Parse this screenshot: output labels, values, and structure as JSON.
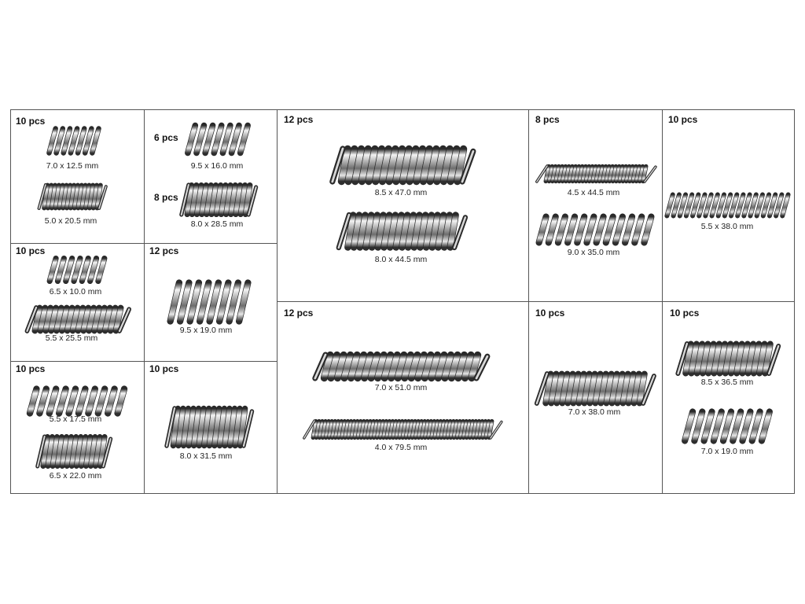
{
  "cells": [
    {
      "id": "c1",
      "pcs": [
        "10 pcs"
      ],
      "springs": [
        {
          "dims": "7.0 x 12.5 mm",
          "d": 7.0,
          "l": 12.5,
          "type": "compression"
        },
        {
          "dims": "5.0 x 20.5 mm",
          "d": 5.0,
          "l": 20.5,
          "type": "tension"
        }
      ]
    },
    {
      "id": "c2",
      "pcs": [
        "6 pcs",
        "8 pcs"
      ],
      "springs": [
        {
          "dims": "9.5 x 16.0 mm",
          "d": 9.5,
          "l": 16.0,
          "type": "compression"
        },
        {
          "dims": "8.0 x 28.5 mm",
          "d": 8.0,
          "l": 28.5,
          "type": "tension"
        }
      ]
    },
    {
      "id": "c3",
      "pcs": [
        "12 pcs"
      ],
      "springs": [
        {
          "dims": "8.5 x 47.0 mm",
          "d": 8.5,
          "l": 47.0,
          "type": "tension"
        },
        {
          "dims": "8.0 x 44.5 mm",
          "d": 8.0,
          "l": 44.5,
          "type": "tension"
        }
      ]
    },
    {
      "id": "c4",
      "pcs": [
        "8 pcs"
      ],
      "springs": [
        {
          "dims": "4.5 x 44.5 mm",
          "d": 4.5,
          "l": 44.5,
          "type": "tension"
        },
        {
          "dims": "9.0 x 35.0 mm",
          "d": 9.0,
          "l": 35.0,
          "type": "compression"
        }
      ]
    },
    {
      "id": "c5",
      "pcs": [
        "10 pcs"
      ],
      "springs": [
        {
          "dims": "5.5 x 38.0 mm",
          "d": 5.5,
          "l": 38.0,
          "type": "compression"
        }
      ]
    },
    {
      "id": "c6",
      "pcs": [
        "10 pcs"
      ],
      "springs": [
        {
          "dims": "6.5 x 10.0 mm",
          "d": 6.5,
          "l": 10.0,
          "type": "compression"
        },
        {
          "dims": "5.5 x 25.5 mm",
          "d": 5.5,
          "l": 25.5,
          "type": "tension"
        }
      ]
    },
    {
      "id": "c7",
      "pcs": [
        "12 pcs"
      ],
      "springs": [
        {
          "dims": "9.5 x 19.0 mm",
          "d": 9.5,
          "l": 19.0,
          "type": "compression"
        }
      ]
    },
    {
      "id": "c8",
      "pcs": [
        "12 pcs"
      ],
      "springs": [
        {
          "dims": "7.0 x 51.0 mm",
          "d": 7.0,
          "l": 51.0,
          "type": "tension"
        },
        {
          "dims": "4.0 x 79.5 mm",
          "d": 4.0,
          "l": 79.5,
          "type": "tension"
        }
      ]
    },
    {
      "id": "c9",
      "pcs": [
        "10 pcs"
      ],
      "springs": [
        {
          "dims": "7.0 x 38.0 mm",
          "d": 7.0,
          "l": 38.0,
          "type": "tension"
        }
      ]
    },
    {
      "id": "c10",
      "pcs": [
        "10 pcs"
      ],
      "springs": [
        {
          "dims": "8.5 x 36.5 mm",
          "d": 8.5,
          "l": 36.5,
          "type": "tension"
        },
        {
          "dims": "7.0 x 19.0 mm",
          "d": 7.0,
          "l": 19.0,
          "type": "compression"
        }
      ]
    },
    {
      "id": "c11",
      "pcs": [
        "10 pcs"
      ],
      "springs": [
        {
          "dims": "5.5 x 17.5 mm",
          "d": 5.5,
          "l": 17.5,
          "type": "compression"
        },
        {
          "dims": "6.5 x 22.0 mm",
          "d": 6.5,
          "l": 22.0,
          "type": "tension"
        }
      ]
    },
    {
      "id": "c12",
      "pcs": [
        "10 pcs"
      ],
      "springs": [
        {
          "dims": "8.0 x 31.5 mm",
          "d": 8.0,
          "l": 31.5,
          "type": "tension"
        }
      ]
    }
  ]
}
